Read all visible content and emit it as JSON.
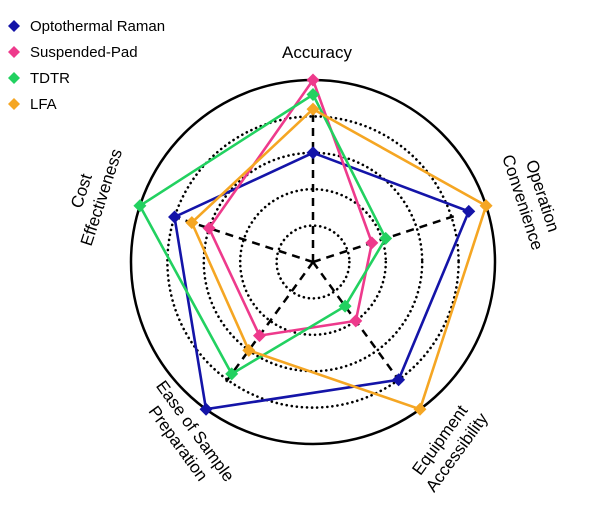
{
  "chart_data": {
    "type": "radar",
    "axes": [
      {
        "label": [
          "Accuracy"
        ]
      },
      {
        "label": [
          "Operation",
          "Convenience"
        ]
      },
      {
        "label": [
          "Equipment",
          "Accessibility"
        ]
      },
      {
        "label": [
          "Ease of Sample",
          "Preparation"
        ]
      },
      {
        "label": [
          "Cost",
          "Effectiveness"
        ]
      }
    ],
    "range": [
      0,
      5
    ],
    "rings": [
      1,
      2,
      3,
      4
    ],
    "grid": true,
    "legend": "top-left",
    "series": [
      {
        "name": "Optothermal Raman",
        "color": "#1414a8",
        "values": [
          3,
          4.5,
          4,
          5,
          4
        ]
      },
      {
        "name": "Suspended-Pad",
        "color": "#ee3a8c",
        "values": [
          5,
          1.7,
          2,
          2.5,
          3
        ]
      },
      {
        "name": "TDTR",
        "color": "#22d160",
        "values": [
          4.6,
          2.1,
          1.5,
          3.8,
          5
        ]
      },
      {
        "name": "LFA",
        "color": "#f5a623",
        "values": [
          4.2,
          5,
          5,
          3,
          3.5
        ]
      }
    ]
  }
}
